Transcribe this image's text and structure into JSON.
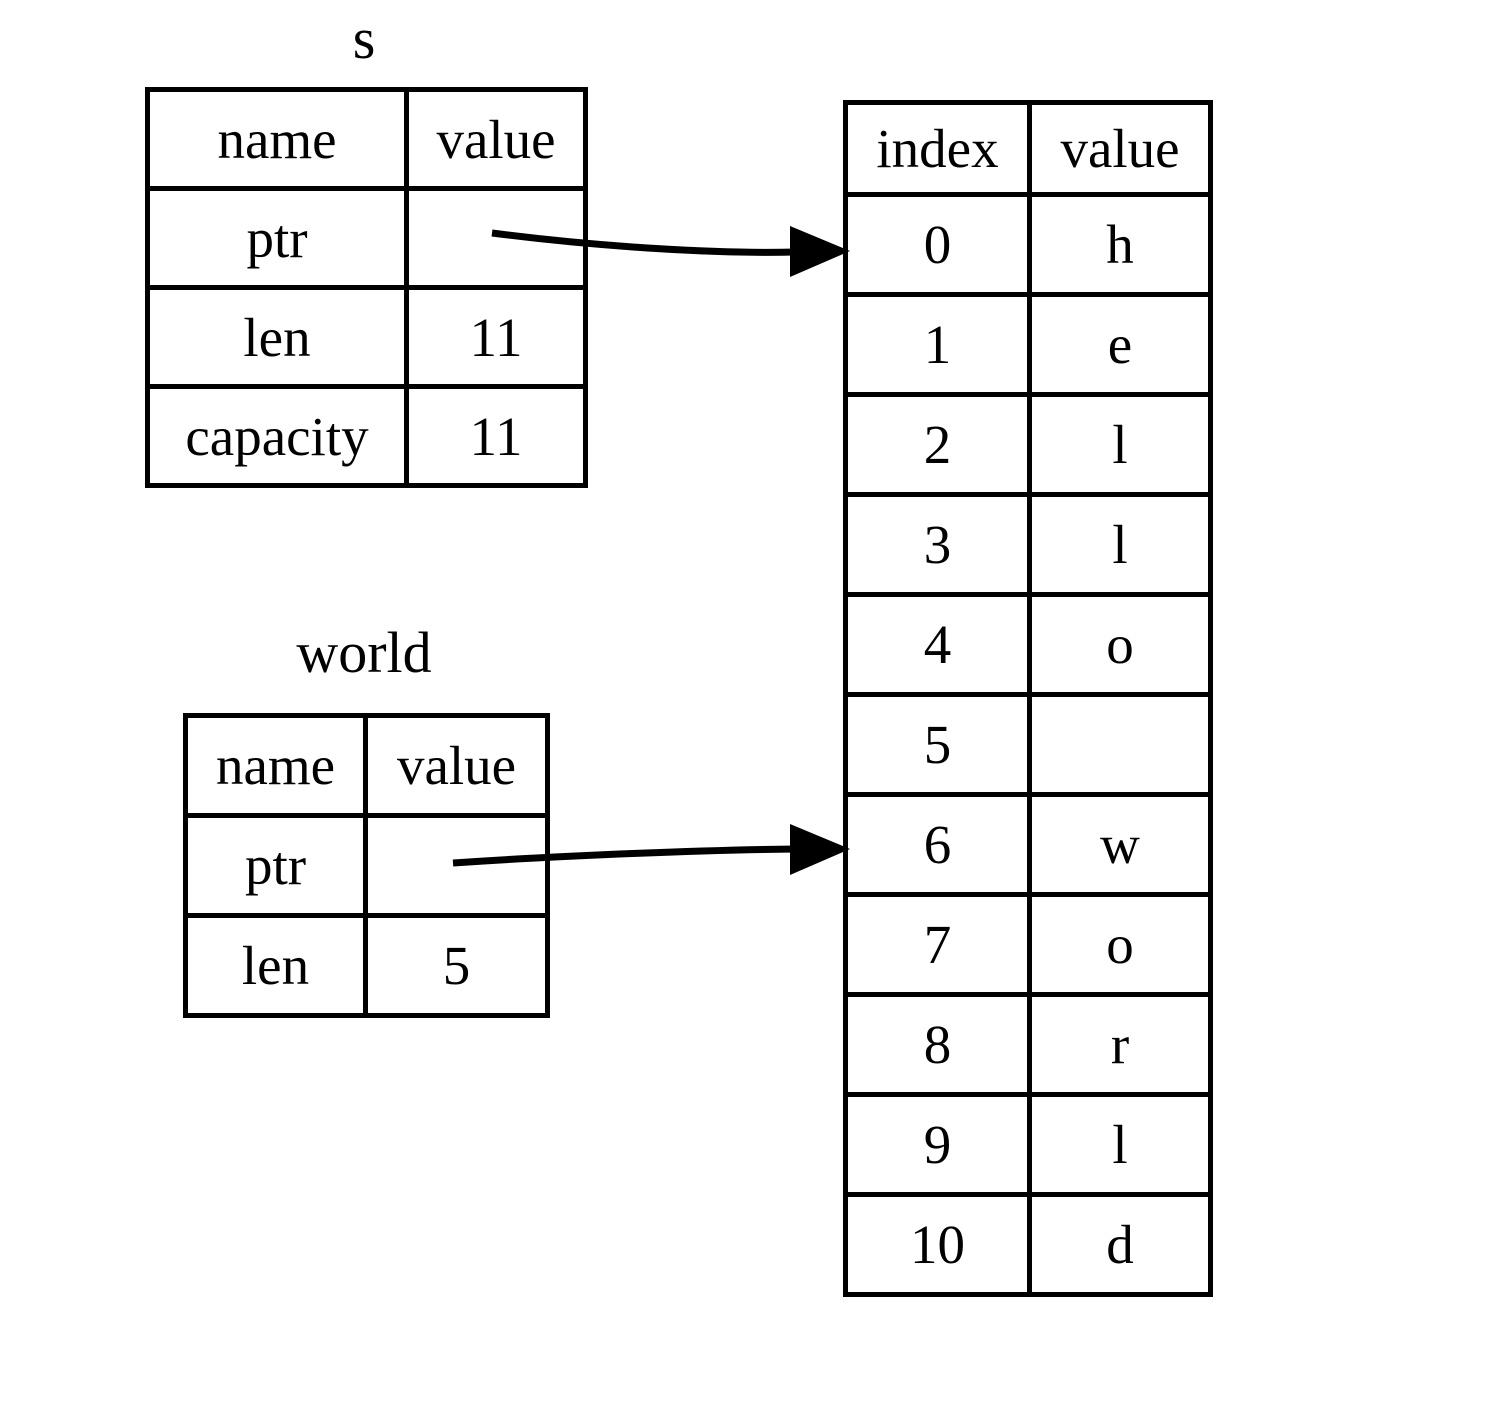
{
  "colors": {
    "ink": "#000000",
    "background": "#ffffff"
  },
  "s_table": {
    "title": "s",
    "headers": {
      "name": "name",
      "value": "value"
    },
    "rows": [
      {
        "name": "ptr",
        "value": ""
      },
      {
        "name": "len",
        "value": "11"
      },
      {
        "name": "capacity",
        "value": "11"
      }
    ]
  },
  "world_table": {
    "title": "world",
    "headers": {
      "name": "name",
      "value": "value"
    },
    "rows": [
      {
        "name": "ptr",
        "value": ""
      },
      {
        "name": "len",
        "value": "5"
      }
    ]
  },
  "memory_table": {
    "headers": {
      "index": "index",
      "value": "value"
    },
    "rows": [
      {
        "index": "0",
        "value": "h"
      },
      {
        "index": "1",
        "value": "e"
      },
      {
        "index": "2",
        "value": "l"
      },
      {
        "index": "3",
        "value": "l"
      },
      {
        "index": "4",
        "value": "o"
      },
      {
        "index": "5",
        "value": ""
      },
      {
        "index": "6",
        "value": "w"
      },
      {
        "index": "7",
        "value": "o"
      },
      {
        "index": "8",
        "value": "r"
      },
      {
        "index": "9",
        "value": "l"
      },
      {
        "index": "10",
        "value": "d"
      }
    ]
  },
  "arrows": [
    {
      "from": "s.ptr",
      "to": "memory.index-0"
    },
    {
      "from": "world.ptr",
      "to": "memory.index-6"
    }
  ]
}
